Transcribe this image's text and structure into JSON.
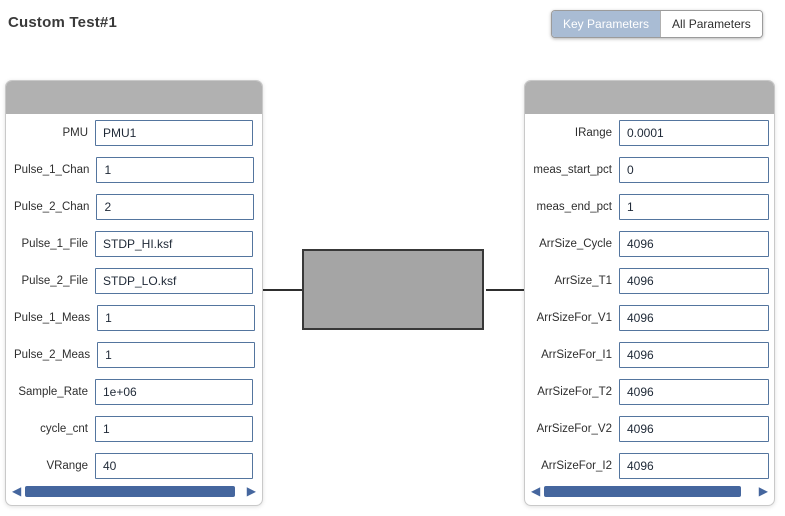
{
  "page": {
    "title": "Custom Test#1"
  },
  "toggle": {
    "options": [
      {
        "label": "Key Parameters",
        "selected": true
      },
      {
        "label": "All Parameters",
        "selected": false
      }
    ]
  },
  "left_panel": {
    "rows": [
      {
        "label": "PMU",
        "value": "PMU1"
      },
      {
        "label": "Pulse_1_Chan",
        "value": "1"
      },
      {
        "label": "Pulse_2_Chan",
        "value": "2"
      },
      {
        "label": "Pulse_1_File",
        "value": "STDP_HI.ksf"
      },
      {
        "label": "Pulse_2_File",
        "value": "STDP_LO.ksf"
      },
      {
        "label": "Pulse_1_Meas",
        "value": "1"
      },
      {
        "label": "Pulse_2_Meas",
        "value": "1"
      },
      {
        "label": "Sample_Rate",
        "value": "1e+06"
      },
      {
        "label": "cycle_cnt",
        "value": "1"
      },
      {
        "label": "VRange",
        "value": "40"
      }
    ]
  },
  "right_panel": {
    "rows": [
      {
        "label": "IRange",
        "value": "0.0001"
      },
      {
        "label": "meas_start_pct",
        "value": "0"
      },
      {
        "label": "meas_end_pct",
        "value": "1"
      },
      {
        "label": "ArrSize_Cycle",
        "value": "4096"
      },
      {
        "label": "ArrSize_T1",
        "value": "4096"
      },
      {
        "label": "ArrSizeFor_V1",
        "value": "4096"
      },
      {
        "label": "ArrSizeFor_I1",
        "value": "4096"
      },
      {
        "label": "ArrSizeFor_T2",
        "value": "4096"
      },
      {
        "label": "ArrSizeFor_V2",
        "value": "4096"
      },
      {
        "label": "ArrSizeFor_I2",
        "value": "4096"
      }
    ]
  },
  "icons": {
    "scroll_left": "◀",
    "scroll_right": "▶"
  },
  "colors": {
    "toggle_selected_bg": "#a9bcd4",
    "panel_header_gray": "#b1b1b1",
    "input_border_blue": "#54759e",
    "scrollbar_blue": "#45669e",
    "device_box_fill": "#a5a5a5",
    "device_box_border": "#383838"
  }
}
